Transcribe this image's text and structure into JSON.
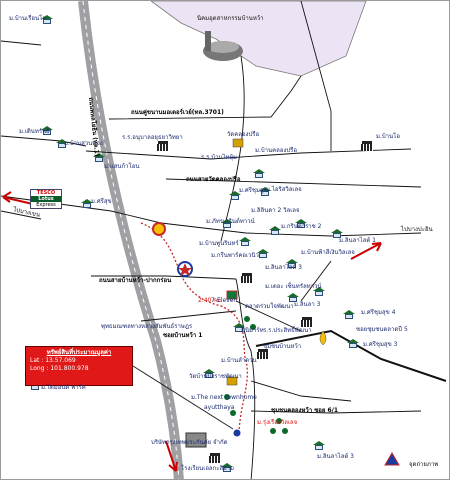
{
  "map": {
    "labels": {
      "stadium": "นิคมอุตสาหกรรมบ้านหว้า",
      "ban_ruean_chong": "ม.บ้านเรือนโจ",
      "main_highway": "ถนนพหลโยธิน (ทล.1)",
      "road_3701": "ถนนคู่ขนานมอเตอร์เวย์(ทล.3701)",
      "school_anuban": "ร.ร.อนุบาลอยุธยาวิทยา",
      "wat_khlong_pri": "วัดคลองปรือ",
      "ban_khlong_pri": "ม.บ้านคลองปรือ",
      "ban_nai_o": "ม.บ้านโอ",
      "ban_thai_yum": "ร.ร.บ้านไทยุ้ม",
      "ban_sab": "ม.เดินทรัพย์",
      "ban_suan_thong": "ม.บ้านสวนทอง",
      "ban_saen_khon": "ม.แสนก้าโอน",
      "road_wat_khlong_pri": "ถนนสายวัดคลองปรือ",
      "tesco_title": "TESCO",
      "tesco_brand": "Lotus",
      "tesco_sub": "Express",
      "to_bang_khen": "ไปบางเขน",
      "ban_srisuk": "ม.ศรีสุข",
      "ban_srisuk_2": "ม.ศรีชุมสุข",
      "rangsit_village": "ม.ไอริสวิลเลจ",
      "lingnam": "ม.ลิลินดา 2 วิลเลจ",
      "palm_ville": "ม.ภัทรเกรินด์ทาวน์",
      "ban_wan_ruen": "ม.บ้านพูนรินทร์",
      "pornsiri": "ม.กรินดาราช 2",
      "to_pathum": "ไปบางปะอิน",
      "lin_la": "ม.ลินลาไลต์ 1",
      "phu_win": "ม.บ้านฟ้าสีเงินวิลเลจ",
      "grin_park": "ม.กรีนพาร์คอเวนิว",
      "lin_la_3": "ม.ลินลาไลต์ 3",
      "road_sai_ban_wan": "ถนนสายบ้านหว้า-ปากกร่อน",
      "distance_1": "2.40 กม.",
      "ban_del_chon": "ม.เดอะ เซ็นทรัลทาวน์",
      "seven_eleven": "7-Eleven",
      "wat_ban_wan": "ตลาดร่วมใจพัฒนา",
      "village_3": "ม.ลินลา 3",
      "pk_building": "พุทธมณฑลทางหลวงสัมพันธ์ราษฎร",
      "soi_1": "ซอยบ้านหว้า 1",
      "mini_mart": "มินิมาร์ท",
      "school_2": "ร.ร.ประสิทธิ์พัฒนา",
      "lin_la_4": "ม.ศรีชุมสุข 4",
      "soi_5": "ซอยชุมชนตลาดปี 5",
      "soi_rung": "ชุมชนบ้านหว้า",
      "ban_sab_3": "ม.ศรีชุมสุข 3",
      "info_title": "ทรัพย์สินที่ประมาณมูลค่า",
      "info_lat": "Lat :  13.57.069",
      "info_long": "Long :  101.800.978",
      "ban_phukdi": "ม.บ้านลำดวน",
      "wat_ban_wan_2": "วัดบ้านบึงราชพัฒนา",
      "diamond_park": "ม.ไดมอนด์ พาร์ค",
      "the_next": "ม.The next townhome",
      "ayuthaya": "ayutthaya",
      "soi_6": "ชุมชนคลองหว้า ซอย 6/1",
      "ban_leng": "ม.รุ่งเรืองวิลเลจ",
      "company": "บริษัทกรุงเทพประกันภัย จำกัด",
      "school_final": "โรงเรียนเอลกะสิยาม",
      "lin_la_final": "ม.ลินลาไลต์ 3",
      "legend": "จุดถ่ายภาพ"
    },
    "colors": {
      "highway": "#9fa0a3",
      "road": "#111111",
      "route": "#c62828",
      "info_box": "#e01818",
      "industrial_zone": "#ece4f4"
    }
  }
}
